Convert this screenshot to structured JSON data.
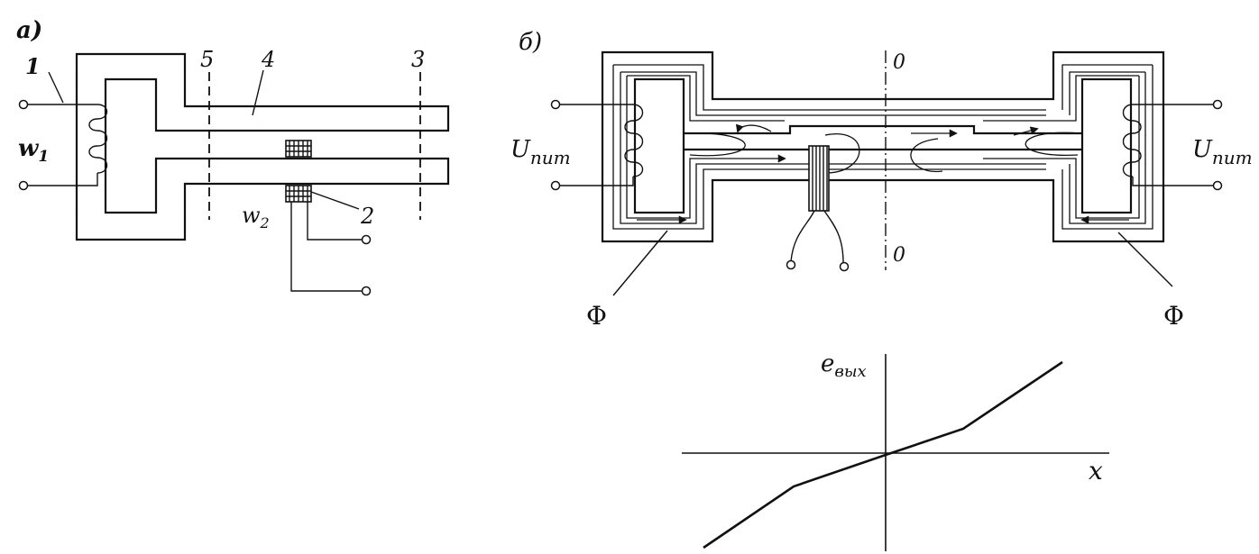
{
  "panel_a": {
    "tag": "а)",
    "labels": {
      "n1": "1",
      "n2": "2",
      "n3": "3",
      "n4": "4",
      "n5": "5",
      "w1_base": "w",
      "w1_sub": "1",
      "w2_base": "w",
      "w2_sub": "2"
    }
  },
  "panel_b": {
    "tag": "б)",
    "labels": {
      "axis_top": "0",
      "axis_bottom": "0",
      "u_left_base": "U",
      "u_left_sub": "пит",
      "u_right_base": "U",
      "u_right_sub": "пит",
      "phi_left": "Φ",
      "phi_right": "Φ"
    }
  },
  "graph": {
    "y_base": "e",
    "y_sub": "вых",
    "x_label": "x"
  }
}
